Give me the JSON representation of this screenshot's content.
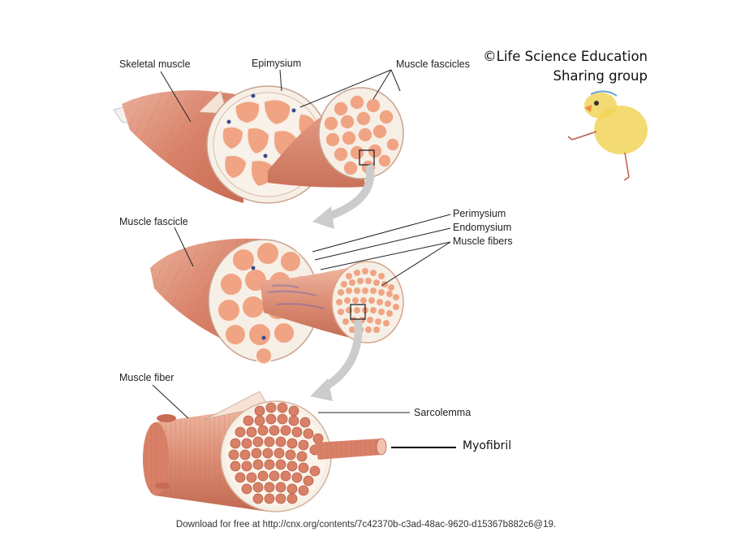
{
  "labels": {
    "skeletal_muscle": "Skeletal muscle",
    "epimysium": "Epimysium",
    "muscle_fascicles": "Muscle fascicles",
    "muscle_fascicle": "Muscle fascicle",
    "perimysium": "Perimysium",
    "endomysium": "Endomysium",
    "muscle_fibers": "Muscle fibers",
    "muscle_fiber": "Muscle fiber",
    "sarcolemma": "Sarcolemma",
    "myofibril": "Myofibril"
  },
  "credit": {
    "line1": "©Life Science Education",
    "line2": "Sharing group"
  },
  "footer": "Download for free at http://cnx.org/contents/7c42370b-c3ad-48ac-9620-d15367b882c6@19.",
  "colors": {
    "muscle": "#d9826a",
    "muscle_light": "#eaa78f",
    "fascicle": "#f2a988",
    "sheath": "#f6efe6",
    "arrow": "#c9c9c9",
    "chick": "#f2d35a"
  },
  "icons": [
    "chick-mascot-icon"
  ]
}
